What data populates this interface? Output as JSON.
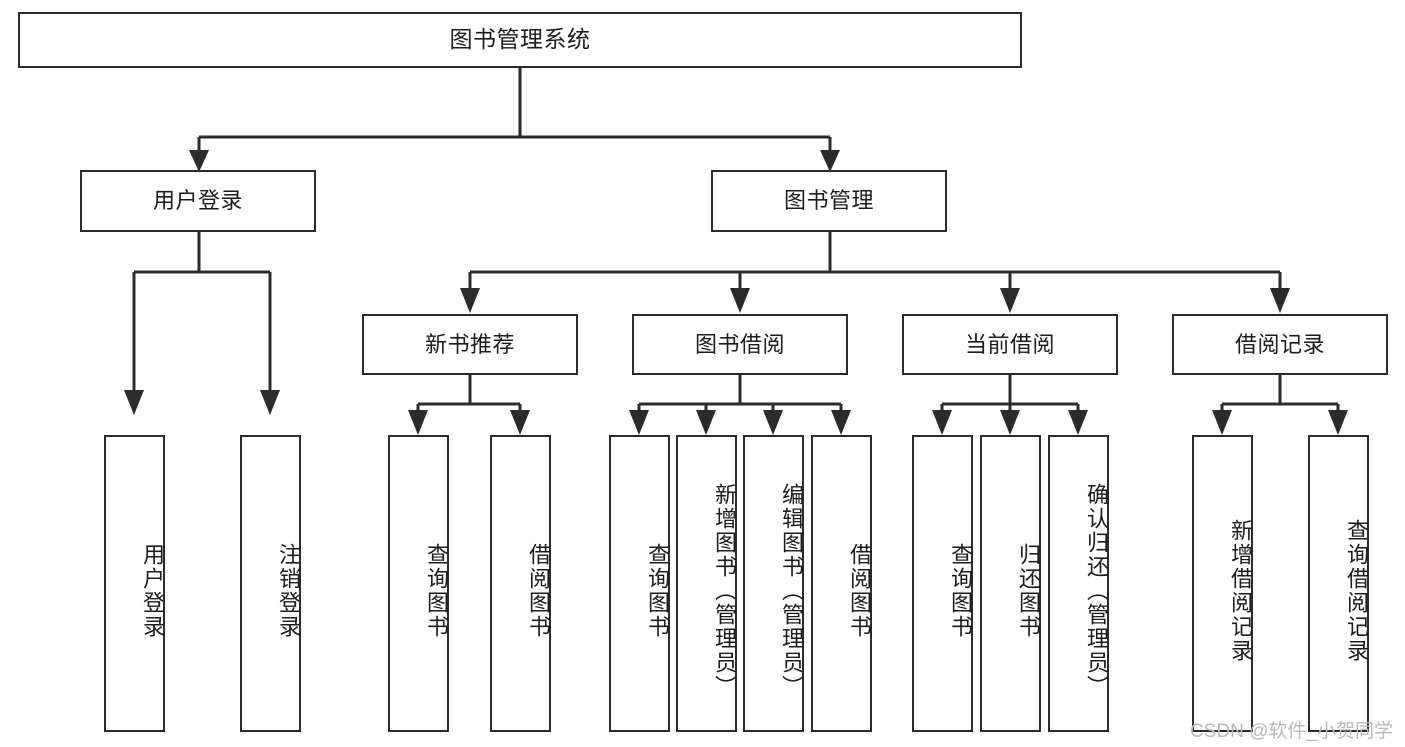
{
  "diagram": {
    "type": "tree",
    "title": "图书管理系统",
    "root": {
      "id": "root",
      "label": "图书管理系统",
      "orientation": "horizontal"
    },
    "level1": [
      {
        "id": "user-login",
        "label": "用户登录",
        "orientation": "horizontal"
      },
      {
        "id": "book-manage",
        "label": "图书管理",
        "orientation": "horizontal"
      }
    ],
    "level2": [
      {
        "id": "new-book-rec",
        "label": "新书推荐",
        "orientation": "horizontal",
        "parent": "book-manage"
      },
      {
        "id": "book-borrow",
        "label": "图书借阅",
        "orientation": "horizontal",
        "parent": "book-manage"
      },
      {
        "id": "current-borrow",
        "label": "当前借阅",
        "orientation": "horizontal",
        "parent": "book-manage"
      },
      {
        "id": "borrow-record",
        "label": "借阅记录",
        "orientation": "horizontal",
        "parent": "book-manage"
      }
    ],
    "leaves": [
      {
        "id": "leaf-user-login",
        "label": "用户登录",
        "orientation": "vertical",
        "parent": "user-login"
      },
      {
        "id": "leaf-user-logout",
        "label": "注销登录",
        "orientation": "vertical",
        "parent": "user-login"
      },
      {
        "id": "leaf-query-book-1",
        "label": "查询图书",
        "orientation": "vertical",
        "parent": "new-book-rec"
      },
      {
        "id": "leaf-borrow-book-1",
        "label": "借阅图书",
        "orientation": "vertical",
        "parent": "new-book-rec"
      },
      {
        "id": "leaf-query-book-2",
        "label": "查询图书",
        "orientation": "vertical",
        "parent": "book-borrow"
      },
      {
        "id": "leaf-add-book",
        "label": "新增图书（管理员）",
        "orientation": "vertical",
        "parent": "book-borrow"
      },
      {
        "id": "leaf-edit-book",
        "label": "编辑图书（管理员）",
        "orientation": "vertical",
        "parent": "book-borrow"
      },
      {
        "id": "leaf-borrow-book-2",
        "label": "借阅图书",
        "orientation": "vertical",
        "parent": "book-borrow"
      },
      {
        "id": "leaf-query-book-3",
        "label": "查询图书",
        "orientation": "vertical",
        "parent": "current-borrow"
      },
      {
        "id": "leaf-return-book",
        "label": "归还图书",
        "orientation": "vertical",
        "parent": "current-borrow"
      },
      {
        "id": "leaf-confirm-return",
        "label": "确认归还（管理员）",
        "orientation": "vertical",
        "parent": "current-borrow"
      },
      {
        "id": "leaf-add-record",
        "label": "新增借阅记录",
        "orientation": "vertical",
        "parent": "borrow-record"
      },
      {
        "id": "leaf-query-record",
        "label": "查询借阅记录",
        "orientation": "vertical",
        "parent": "borrow-record"
      }
    ],
    "colors": {
      "stroke": "#2b2b2b",
      "fill": "#ffffff",
      "text": "#1c1c1c",
      "watermark": "#b9b9b9"
    }
  },
  "watermark": {
    "text": "CSDN @软件_小贺同学"
  }
}
